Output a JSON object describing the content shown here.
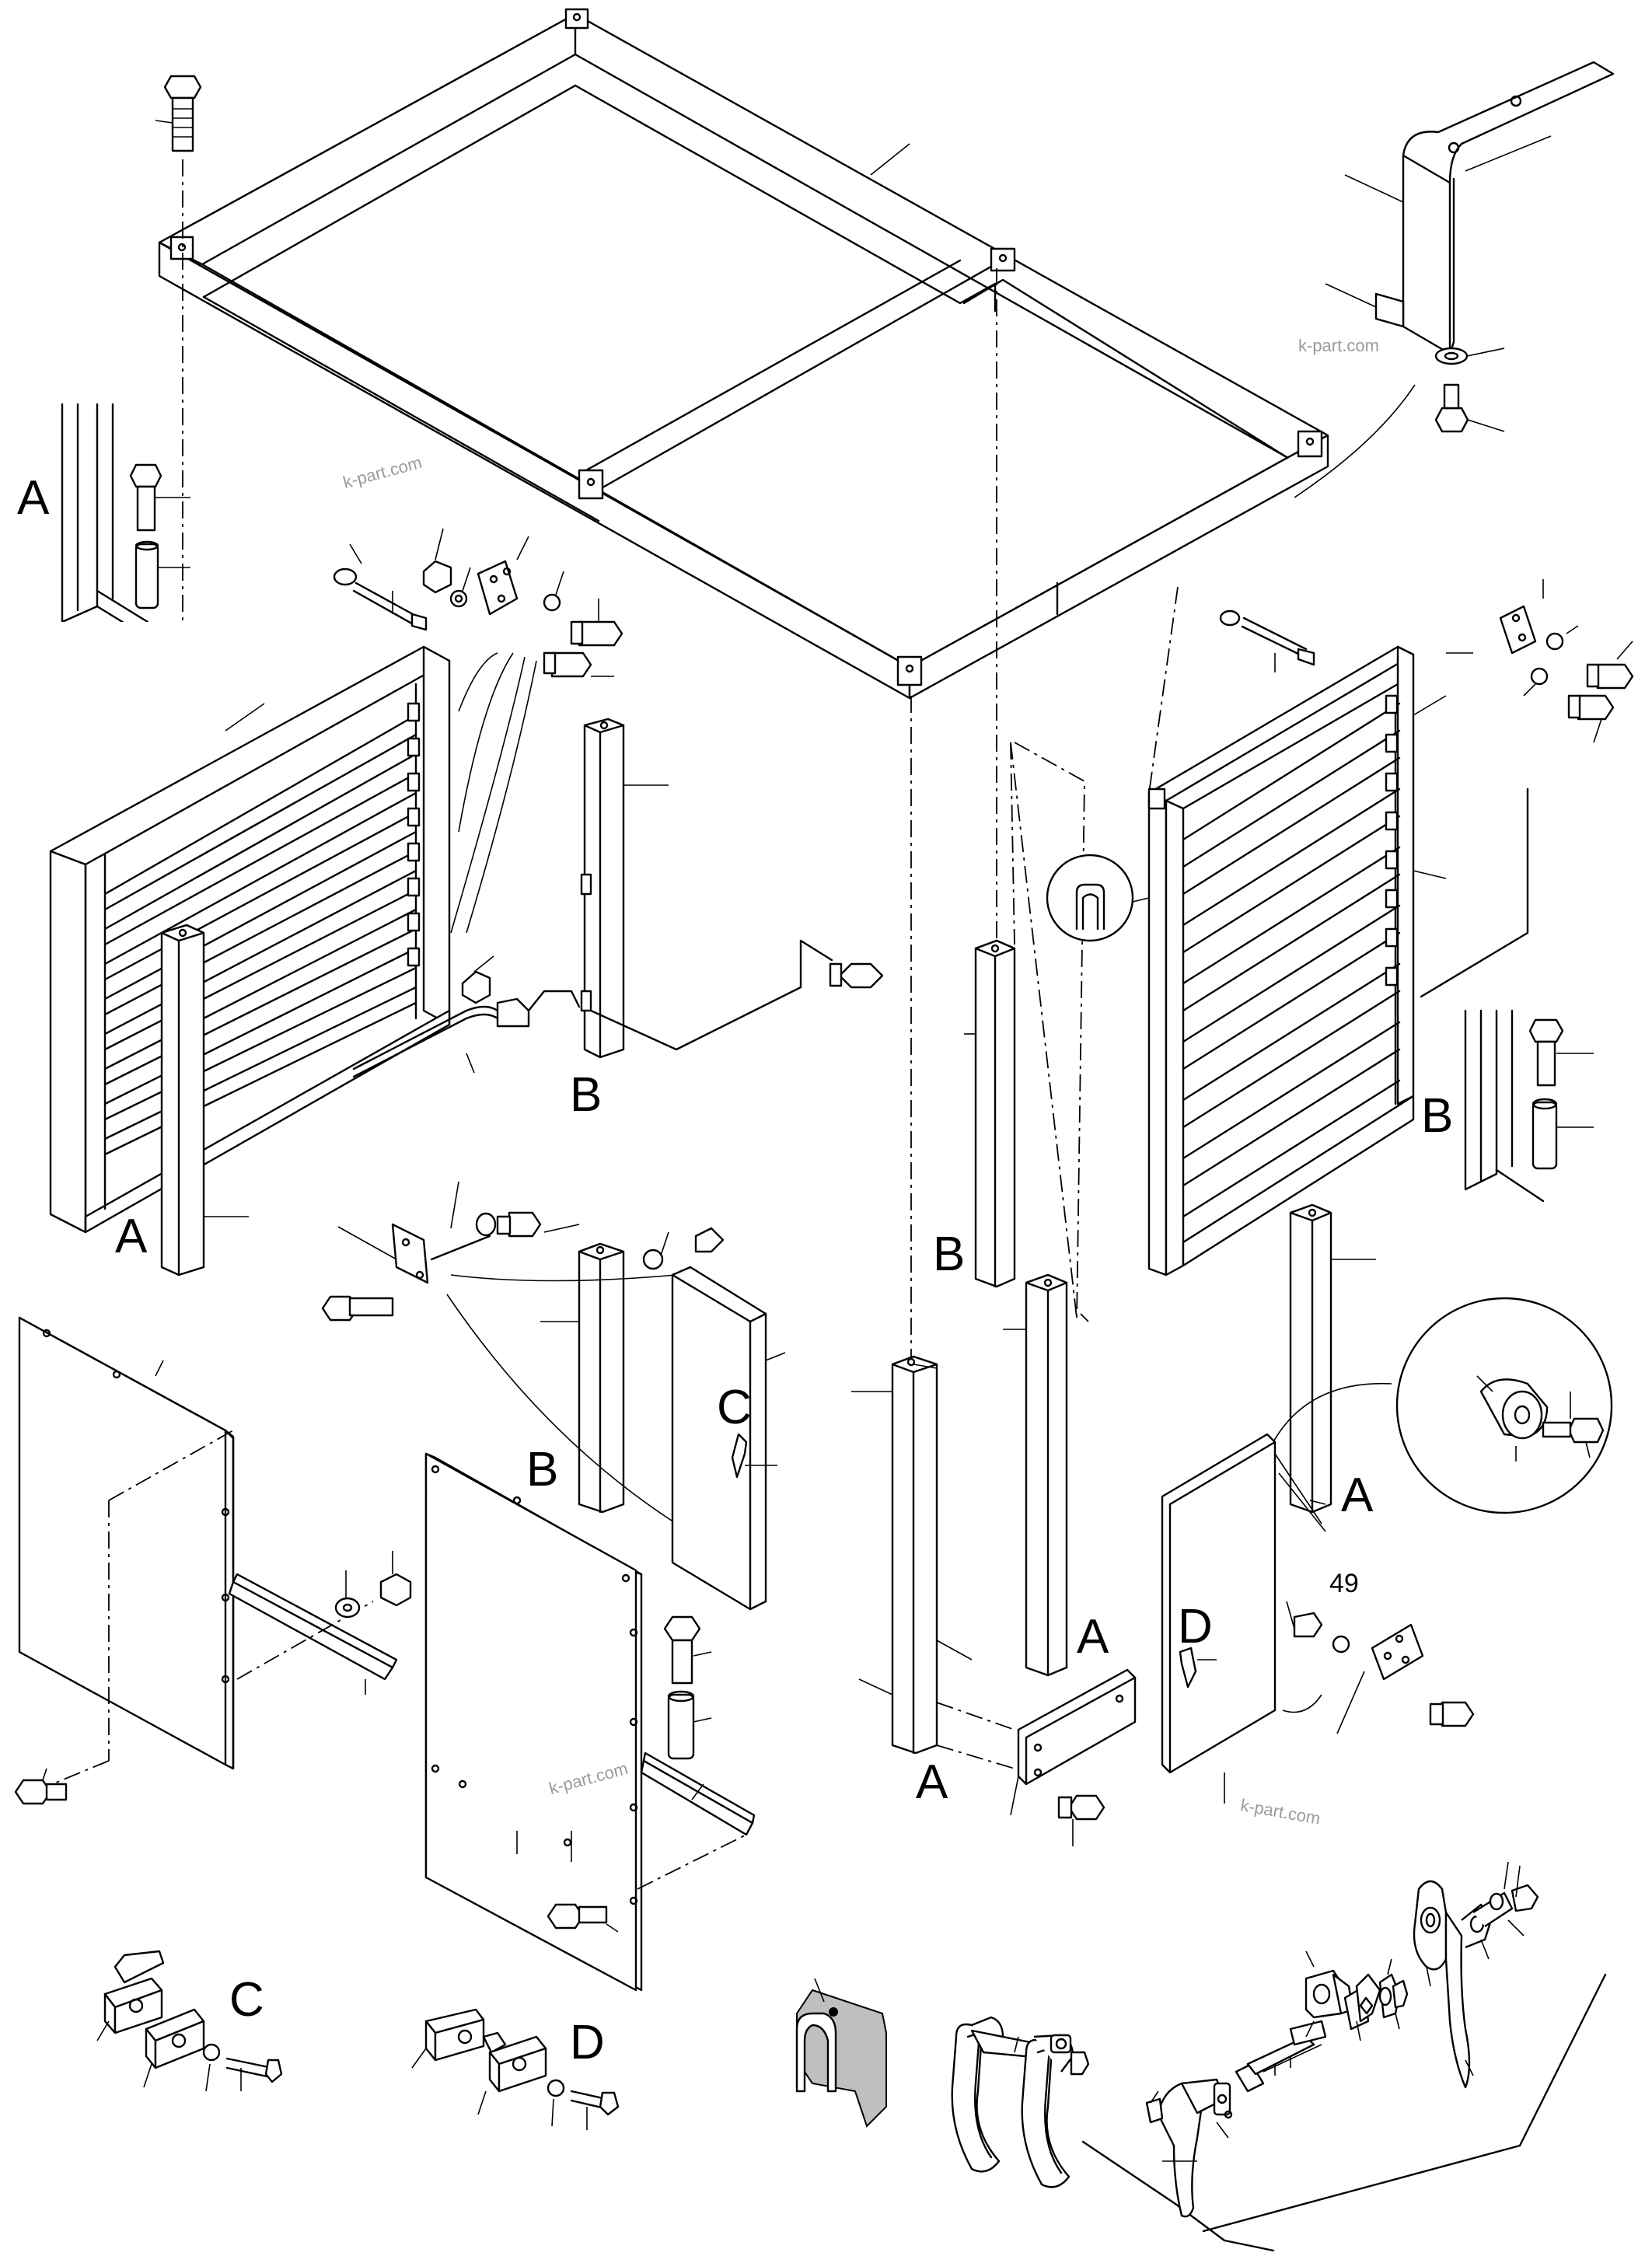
{
  "image_size": "2125x2906",
  "callouts": {
    "A_1": "A",
    "A_2": "A",
    "A_3": "A",
    "A_4": "A",
    "A_5": "A",
    "B_1": "B",
    "B_2": "B",
    "B_3": "B",
    "B_4": "B",
    "C_1": "C",
    "C_2": "C",
    "D_1": "D",
    "D_2": "D",
    "n49": "49"
  },
  "watermark": "k-part.com",
  "colors": {
    "line": "#000000",
    "watermark": "#9a9a9a",
    "seal": "#bfbfbf"
  }
}
